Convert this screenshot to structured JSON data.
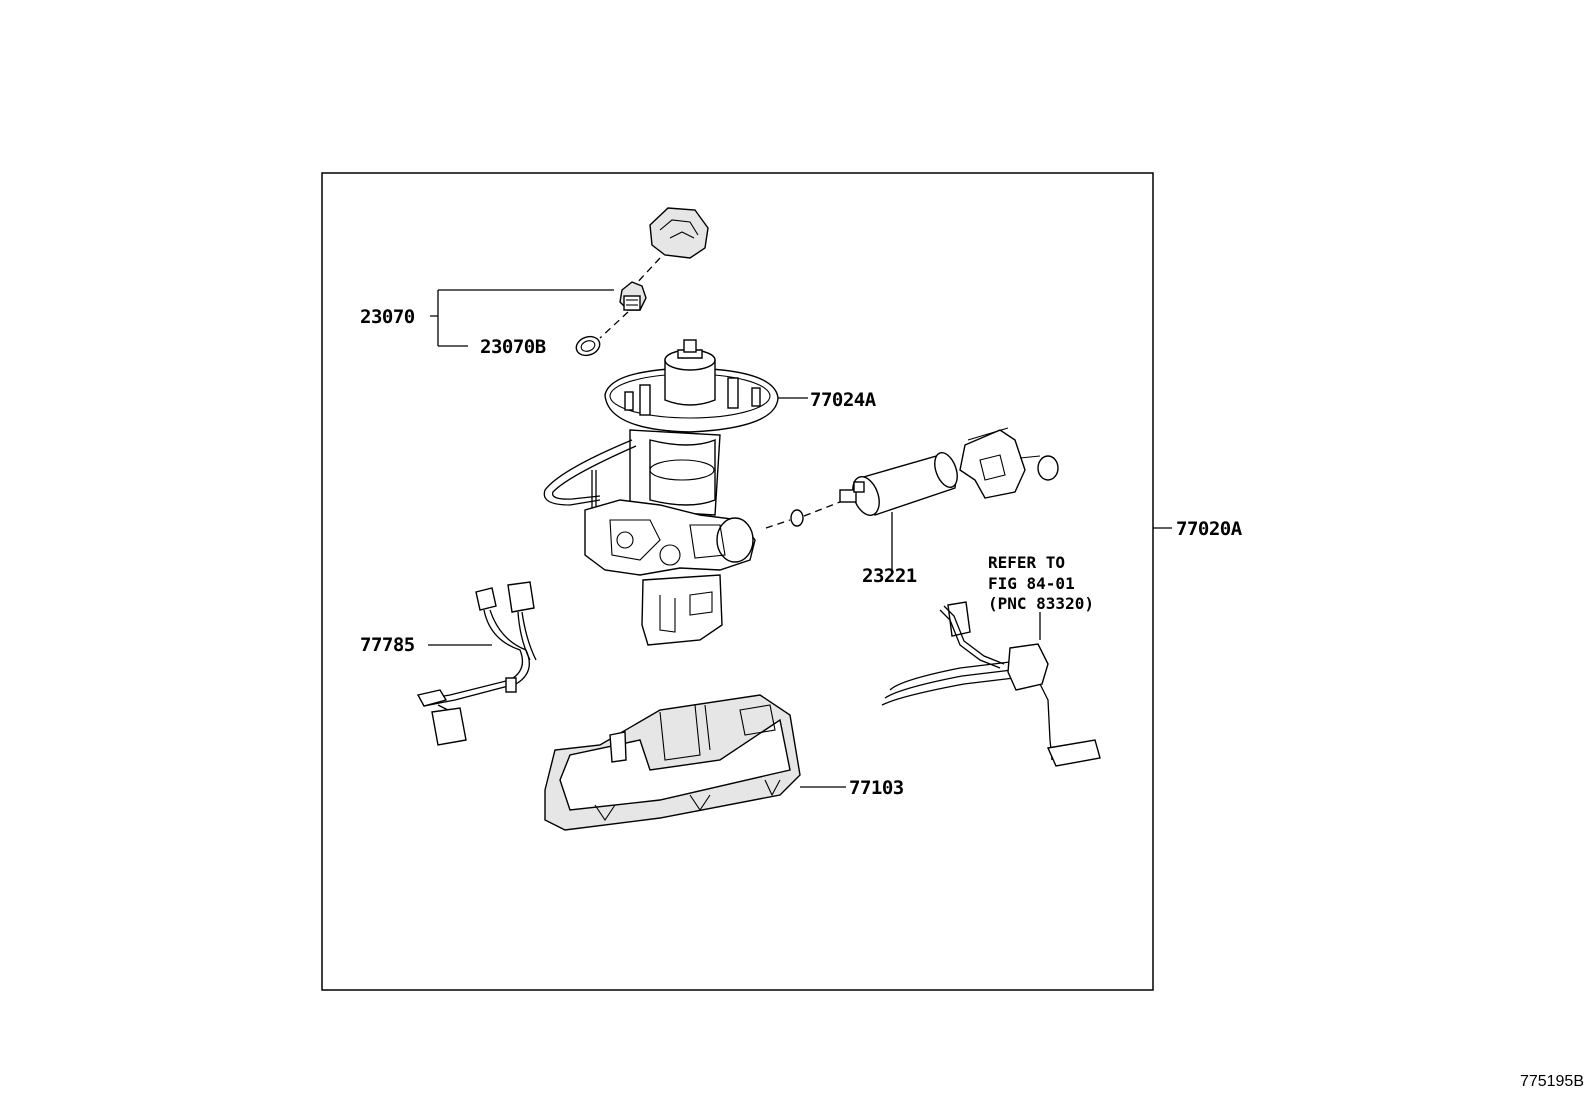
{
  "callouts": {
    "c23070": "23070",
    "c23070b": "23070B",
    "c77024a": "77024A",
    "c77020a": "77020A",
    "c23221": "23221",
    "c77785": "77785",
    "c77103": "77103"
  },
  "note": {
    "line1": "REFER TO",
    "line2": "FIG 84-01",
    "line3": "(PNC 83320)"
  },
  "figure_id": "775195B"
}
